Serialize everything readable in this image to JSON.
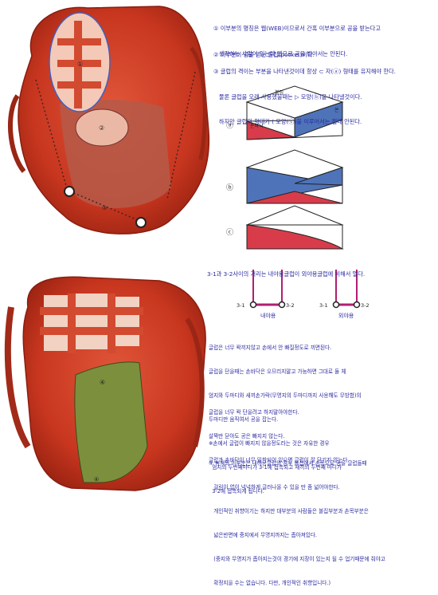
{
  "colors": {
    "text_blue": "#2a2aa0",
    "glove_red": "#d2412a",
    "glove_dark": "#a8281a",
    "pocket_brown": "#b9675a",
    "web_pink": "#f2c6b4",
    "tri_blue": "#4f73b8",
    "tri_red": "#d83c4a",
    "palm_green": "#7c8f3c",
    "diagram_purple": "#b01f70"
  },
  "glove_labels": {
    "web_mark": "①",
    "web_mark2": "②",
    "pocket_mark": "③",
    "palm_mark": "④",
    "bottom_mark": "④"
  },
  "triangles": {
    "label_a": "ⓐ",
    "label_b": "ⓑ",
    "label_c": "ⓒ",
    "top_label": "볼집",
    "side_label": "손바닥",
    "tab_label": "쏜"
  },
  "distance_diagram": {
    "left_a": "3-1",
    "left_b": "3-2",
    "left_caption": "내야용",
    "right_a": "3-1",
    "right_b": "3-2",
    "right_caption": "외야용"
  },
  "text_blocks": [
    {
      "lines": [
        "① 이부분의 명칭은 웹(WEB)이므로서 간혹 이부분으로 공을 받는다고",
        "   생각하는 사람이 있는데 웹으로 공을 받아서는 안된다."
      ]
    },
    {
      "lines": [
        "② 이부분이 공을 받는 볼집(pocket)이다."
      ]
    },
    {
      "lines": [
        "③ 글럽의 격이는 부분을 나타낸것이데 항상 ⊂ 자(ⓐ) 형태를 유지해야 한다.",
        "   물론 글럽을 오래 사용했을때는 ▷ 모양(ⓑ)을 나타낼것이다.",
        "   하지만 글럽의 형태가 ( 모양(ⓒ)을 이루어서는 절대 안된다."
      ]
    },
    {
      "lines": [
        "3-1과 3-2사이의 거리는 내야용글럽이 외야용글럽에 비해서 멀다."
      ]
    },
    {
      "lines": [
        "글럽은 너무 꽉끼지않고 손에서 안 빠질정도로 끼면된다.",
        "글럽을 단을때는 손바닥은 오므리지말고 가능하면 그대로 둘 체",
        "엄지와 두마디와 새끼손가락(무명지의 두마디까지 사용해도 무방함)의",
        "두마디만 움직여서 공을 잡는다.",
        "※손에서 글럽이 빠지지 않을정도라는 것은 자유한 경우",
        "  엄지의 두번째마디가 3-1에 접촉되고 새끼의 두번째 마디가",
        "  3-2에 접촉되게 됩니다."
      ]
    },
    {
      "lines": [
        "글럽을 너무 꽉 단을려고 하지말아야한다.",
        "살짝만 닫아도 공은 빠지지 않는다.",
        "글럽과 손바닥이 너무 밀착되어 있으면 글럽이 잘 닫기지 않는다."
      ]
    },
    {
      "lines": [
        "④ 녹색의 이부분은 내야용글럽의 경우 볼집에서 손목으로 공을 글럽들때",
        "   걸림이 없이 넉넉하게 글러나올 수 있을 만 좀 넓어야한다.",
        "   개인적인 취향이기는 하지만 대부분의 사람들은 볼집부분과 손목부분은",
        "   넓은반면에 중지에서 무명지까지는 좁아져있다.",
        "   (중지와 무명지가 좁아지는것이 경기에 지장이 있는지 될 수 업기때문에 줘야고",
        "   확정지을 수는 없습니다. 다만, 개인적인 취향입니다.)"
      ]
    }
  ]
}
